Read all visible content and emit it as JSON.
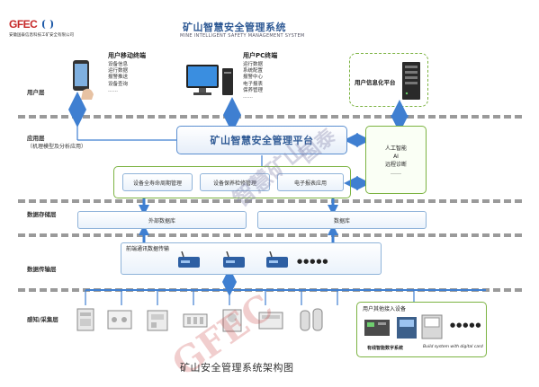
{
  "logo": {
    "mark": "GFEC",
    "company": "安徽国泰信息科技工矿安全有限公司"
  },
  "header": {
    "title": "矿山智慧安全管理系统",
    "subtitle": "MINE INTELLIGENT SAFETY MANAGEMENT SYSTEM"
  },
  "layers": {
    "user": "用户层",
    "app": "应用层",
    "app_sub": "（机理模型及分析应用）",
    "storage": "数据存储层",
    "transfer": "数据传输层",
    "sense": "感知/采集层"
  },
  "mobile": {
    "title": "用户移动终端",
    "items": [
      "设备信息",
      "运行数据",
      "报警推送",
      "设备查询",
      "……"
    ]
  },
  "pc": {
    "title": "用户PC终端",
    "items": [
      "运行数据",
      "系统配置",
      "报警中心",
      "电子报表",
      "保养管理",
      "……"
    ]
  },
  "info_platform": "用户信息化平台",
  "platform": "矿山智慧安全管理平台",
  "ai_box": {
    "line1": "人工智能",
    "line2": "AI",
    "line3": "远程诊断",
    "line4": "……"
  },
  "modules": [
    "设备全寿命周期管理",
    "设备保养检修管理",
    "电子报表应用"
  ],
  "storage": {
    "left": "外部数据库",
    "right": "数据库"
  },
  "transfer_title": "前端通讯数据传输",
  "transfer_more": "●●●●●",
  "other_devices": {
    "title": "用户其他接入设备",
    "caption_left": "有线智能数字系统",
    "caption_right": "Build system with digital card",
    "more": "●●●●●"
  },
  "caption": "矿山安全管理系统架构图",
  "watermark": {
    "brand": "GFEC",
    "text1": "智慧矿山",
    "text2": "国泰"
  }
}
